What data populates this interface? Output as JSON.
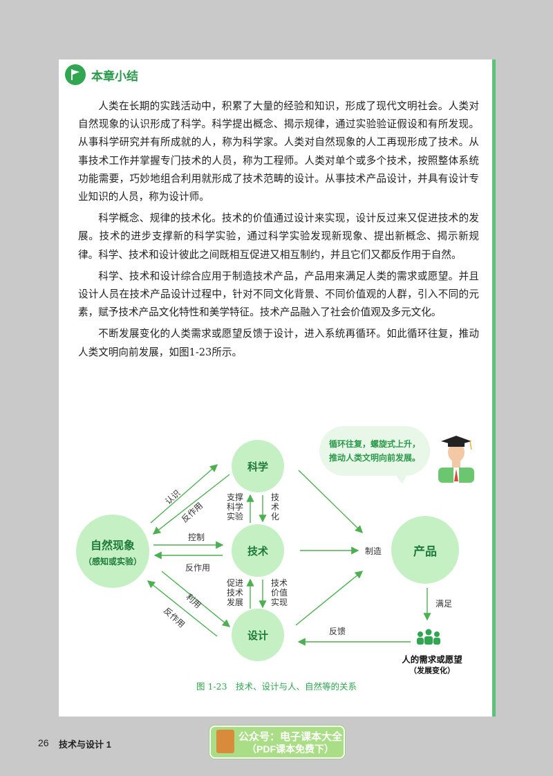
{
  "section": {
    "title": "本章小结",
    "icon": "flag-icon"
  },
  "paragraphs": [
    "人类在长期的实践活动中，积累了大量的经验和知识，形成了现代文明社会。人类对自然现象的认识形成了科学。科学提出概念、揭示规律，通过实验验证假设和有所发现。从事科学研究并有所成就的人，称为科学家。人类对自然现象的人工再现形成了技术。从事技术工作并掌握专门技术的人员，称为工程师。人类对单个或多个技术，按照整体系统功能需要，巧妙地组合利用就形成了技术范畴的设计。从事技术产品设计，并具有设计专业知识的人员，称为设计师。",
    "科学概念、规律的技术化。技术的价值通过设计来实现，设计反过来又促进技术的发展。技术的进步支撑新的科学实验，通过科学实验发现新现象、提出新概念、揭示新规律。科学、技术和设计彼此之间既相互促进又相互制约，并且它们又都反作用于自然。",
    "科学、技术和设计综合应用于制造技术产品，产品用来满足人类的需求或愿望。并且设计人员在技术产品设计过程中，针对不同文化背景、不同价值观的人群，引入不同的元素，赋予技术产品文化特性和美学特征。技术产品融入了社会价值观及多元文化。",
    "不断发展变化的人类需求或愿望反馈于设计，进入系统再循环。如此循环往复，推动人类文明向前发展，如图1-23所示。"
  ],
  "diagram": {
    "nodes": {
      "science": "科学",
      "tech": "技术",
      "design": "设计",
      "product": "产品",
      "nature": "自然现象",
      "nature_sub": "（感知或实验）"
    },
    "edges": {
      "cognition": "认识",
      "reaction_top": "反作用",
      "control": "控制",
      "reaction_mid": "反作用",
      "use": "利用",
      "reaction_bottom": "反作用",
      "support_a": "支撑",
      "support_b": "科学",
      "support_c": "实验",
      "technize_a": "技",
      "technize_b": "术",
      "technize_c": "化",
      "promote_a": "促进",
      "promote_b": "技术",
      "promote_c": "发展",
      "value_a": "技术",
      "value_b": "价值",
      "value_c": "实现",
      "manufacture": "制造",
      "satisfy": "满足",
      "feedback": "反馈"
    },
    "bubble_line1": "循环往复，螺旋式上升，",
    "bubble_line2": "推动人类文明向前发展。",
    "needs": "人的需求或愿望",
    "needs_sub": "（发展变化）"
  },
  "caption": "图 1-23　技术、设计与人、自然等的关系",
  "footer": {
    "page_number": "26",
    "book_title": "技术与设计 1"
  },
  "watermark": {
    "line1": "公众号：电子课本大全",
    "line2": "（PDF课本免费下）"
  },
  "colors": {
    "accent": "#2fa64f",
    "node_fill": "#c4f0c4",
    "arrow": "#4caf50"
  }
}
